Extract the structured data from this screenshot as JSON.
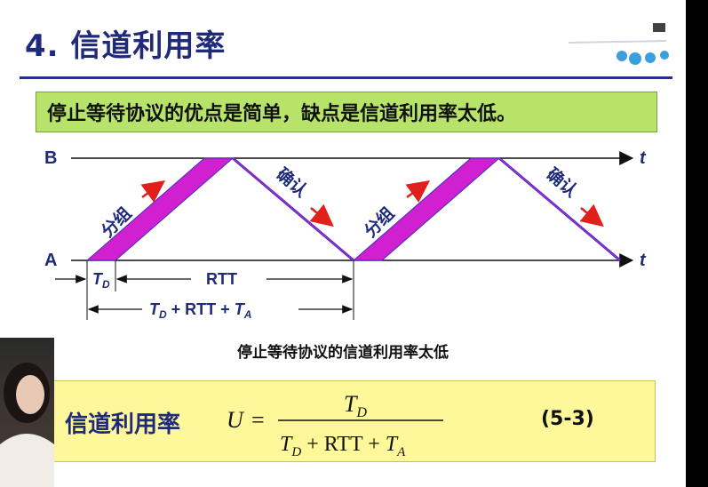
{
  "slide": {
    "title": "4. 信道利用率",
    "highlight": "停止等待协议的优点是简单，缺点是信道利用率太低。",
    "caption": "停止等待协议的信道利用率太低",
    "formula_label": "信道利用率",
    "equation_number": "(5-3)"
  },
  "diagram": {
    "node_b": "B",
    "node_a": "A",
    "time_label": "t",
    "packet_label": "分组",
    "ack_label": "确认",
    "rtt_label": "RTT",
    "td_label_base": "T",
    "td_label_sub": "D",
    "total_prefix_base": "T",
    "total_prefix_sub": "D",
    "total_middle": " + RTT + ",
    "total_suffix_base": "T",
    "total_suffix_sub": "A"
  },
  "formula": {
    "lhs": "U",
    "equals": "=",
    "num_base": "T",
    "num_sub": "D",
    "den_base1": "T",
    "den_sub1": "D",
    "den_mid": " + RTT + ",
    "den_base2": "T",
    "den_sub2": "A"
  },
  "colors": {
    "title": "#1f2a7a",
    "packet": "#d020d0",
    "ack": "#4030c0",
    "arrow_red": "#e0201a",
    "green_box": "#b7e36a",
    "yellow_box": "#fef89a"
  },
  "webcam": {
    "description_icon": "presenter-webcam"
  }
}
